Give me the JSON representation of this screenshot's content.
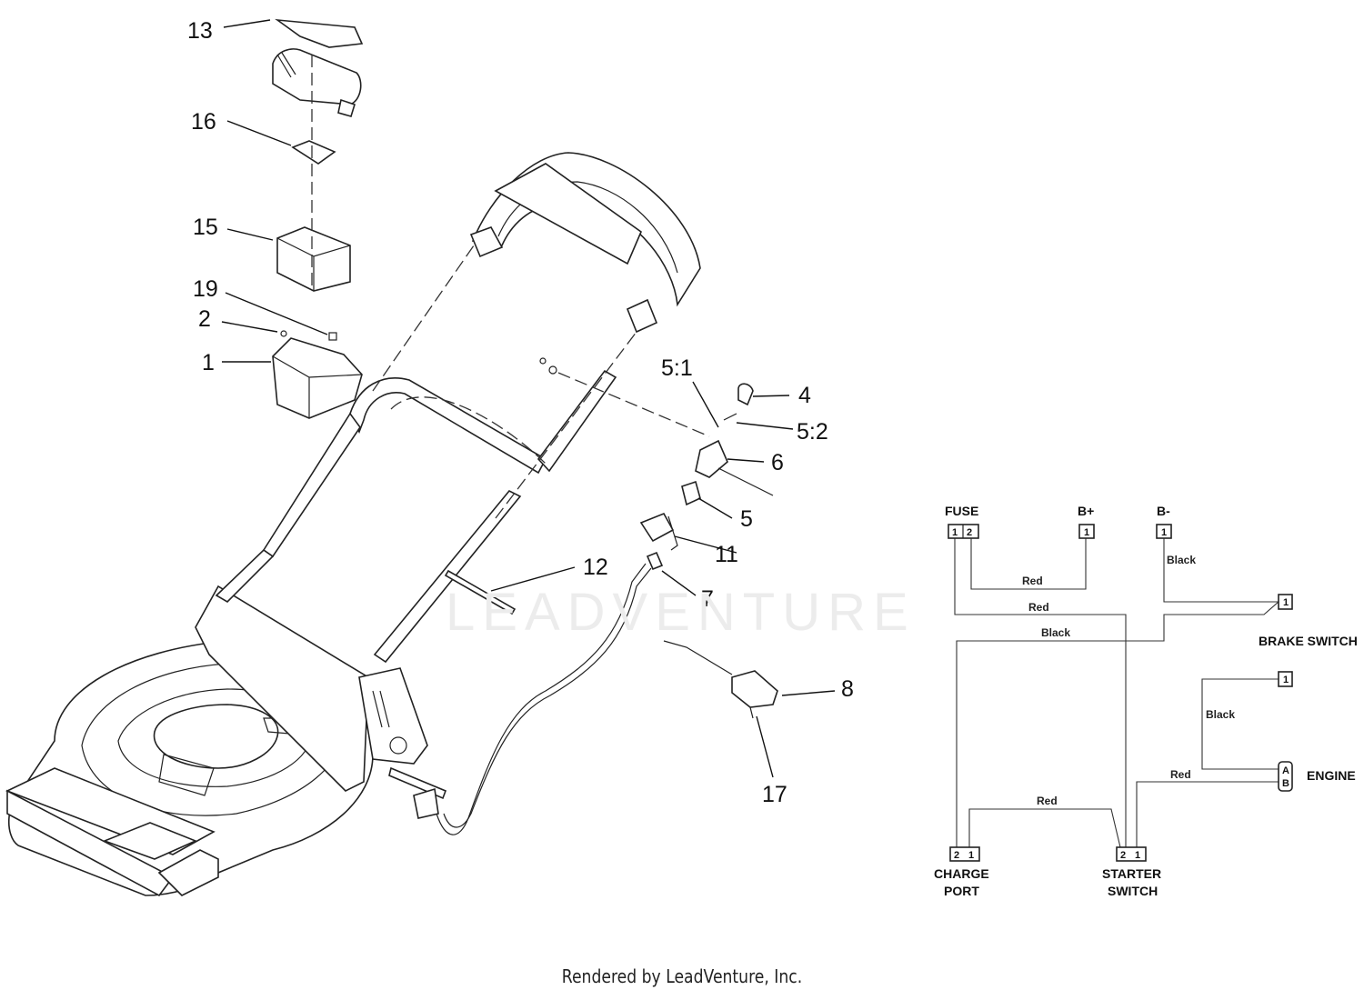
{
  "callouts": {
    "c13": "13",
    "c16": "16",
    "c15": "15",
    "c19": "19",
    "c2": "2",
    "c1": "1",
    "c51": "5:1",
    "c4": "4",
    "c52": "5:2",
    "c6": "6",
    "c5": "5",
    "c11": "11",
    "c12": "12",
    "c7": "7",
    "c8": "8",
    "c17": "17"
  },
  "wiring": {
    "components": {
      "fuse": "FUSE",
      "bplus": "B+",
      "bminus": "B-",
      "brake_switch": "BRAKE SWITCH",
      "engine": "ENGINE",
      "charge_port_l1": "CHARGE",
      "charge_port_l2": "PORT",
      "starter_l1": "STARTER",
      "starter_l2": "SWITCH"
    },
    "pins": {
      "fuse_1": "1",
      "fuse_2": "2",
      "bplus_1": "1",
      "bminus_1": "1",
      "brake_1": "1",
      "engine_1": "1",
      "engine_a": "A",
      "engine_b": "B",
      "charge_2": "2",
      "charge_1": "1",
      "starter_2": "2",
      "starter_1": "1"
    },
    "wires": {
      "w_fuse_bplus": "Red",
      "w_fuse_starter": "Red",
      "w_bminus_brake": "Black",
      "w_brake_charge": "Black",
      "w_engine1": "Black",
      "w_engine_starter": "Red",
      "w_charge_starter": "Red"
    }
  },
  "watermark": "LEADVENTURE",
  "footer": "Rendered by LeadVenture, Inc."
}
